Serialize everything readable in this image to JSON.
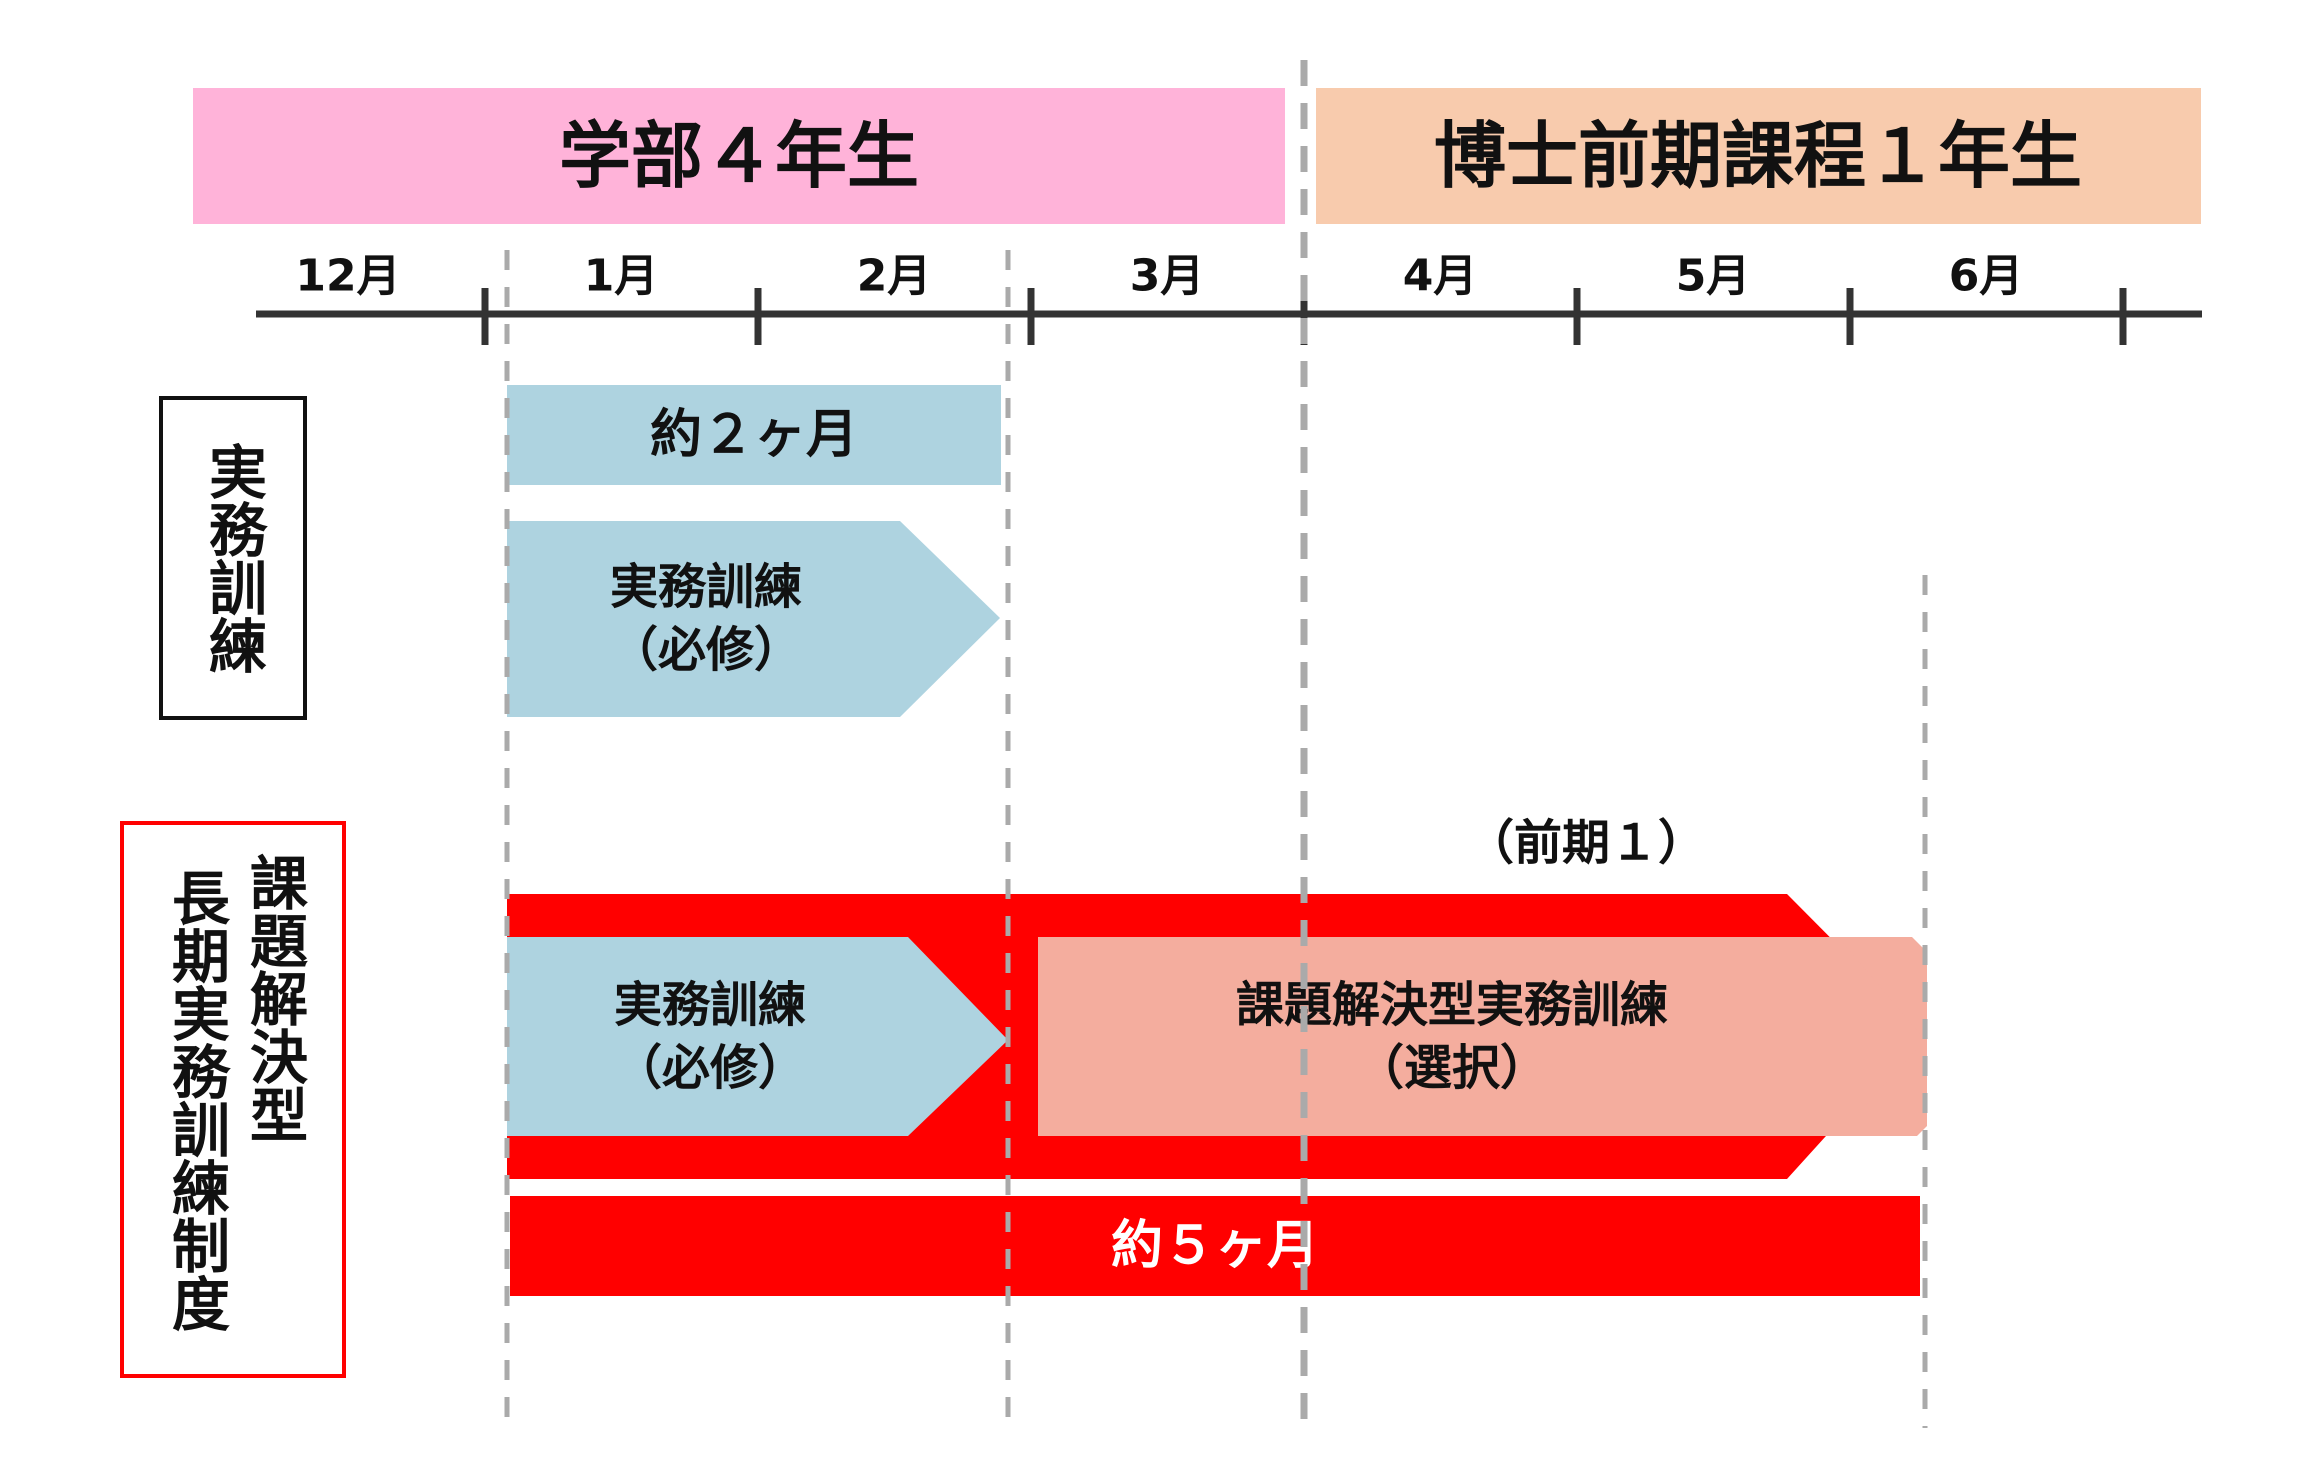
{
  "headers": {
    "undergrad": "学部４年生",
    "master": "博士前期課程１年生"
  },
  "months": [
    "12月",
    "1月",
    "2月",
    "3月",
    "4月",
    "5月",
    "6月"
  ],
  "rows": {
    "standard": {
      "label": "実務訓練",
      "duration": "約２ヶ月",
      "arrow_line1": "実務訓練",
      "arrow_line2": "（必修）"
    },
    "long_term": {
      "label_col1": "長期実務訓練制度",
      "label_col2": "課題解決型",
      "term_note": "（前期１）",
      "arrow1_line1": "実務訓練",
      "arrow1_line2": "（必修）",
      "arrow2_line1": "課題解決型実務訓練",
      "arrow2_line2": "（選択）",
      "duration": "約５ヶ月"
    }
  },
  "colors": {
    "pink_header": "#ffb3d9",
    "peach_header": "#f8cbad",
    "blue_block": "#aed3e0",
    "red": "#ff0000",
    "salmon": "#f4ad9e",
    "axis": "#333333",
    "dashed": "#aaaaaa"
  }
}
